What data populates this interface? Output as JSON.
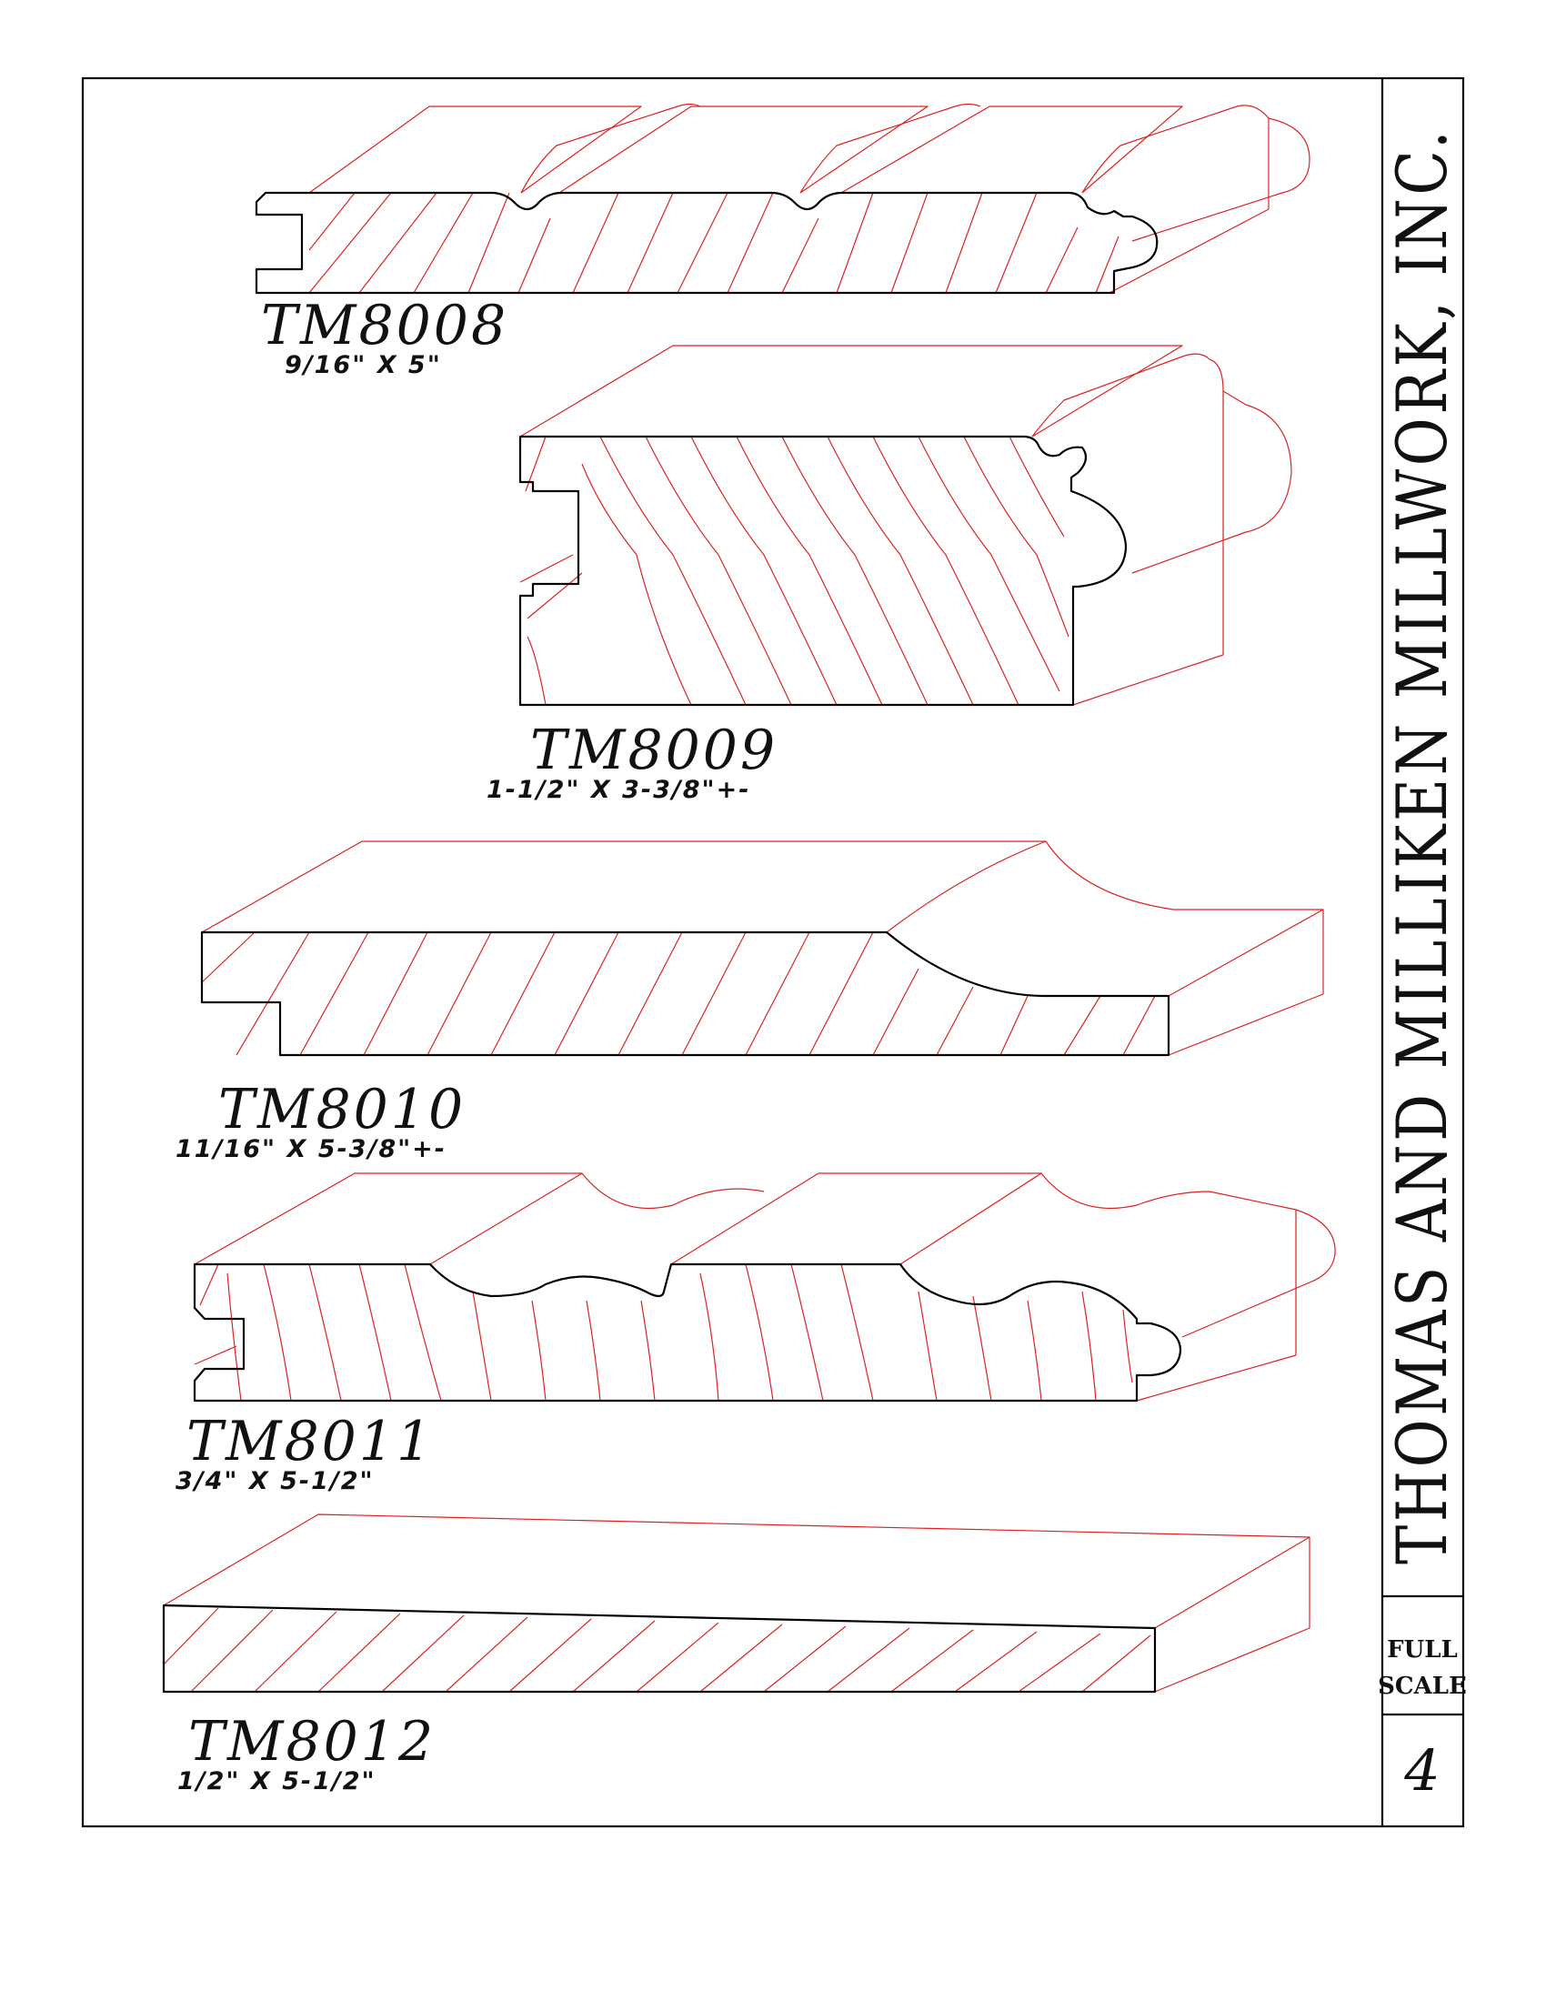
{
  "title_block": {
    "company": "THOMAS AND MILLIKEN MILLWORK, INC.",
    "scale_line1": "FULL",
    "scale_line2": "SCALE",
    "page_number": "4"
  },
  "profiles": [
    {
      "code": "TM8008",
      "size": "9/16\"  X  5\""
    },
    {
      "code": "TM8009",
      "size": "1-1/2\"  X  3-3/8\"+-"
    },
    {
      "code": "TM8010",
      "size": "11/16\"  X  5-3/8\"+-"
    },
    {
      "code": "TM8011",
      "size": "3/4\"  X  5-1/2\""
    },
    {
      "code": "TM8012",
      "size": "1/2\"  X  5-1/2\""
    }
  ],
  "colors": {
    "outline": "#000000",
    "projection": "#dd2222"
  }
}
